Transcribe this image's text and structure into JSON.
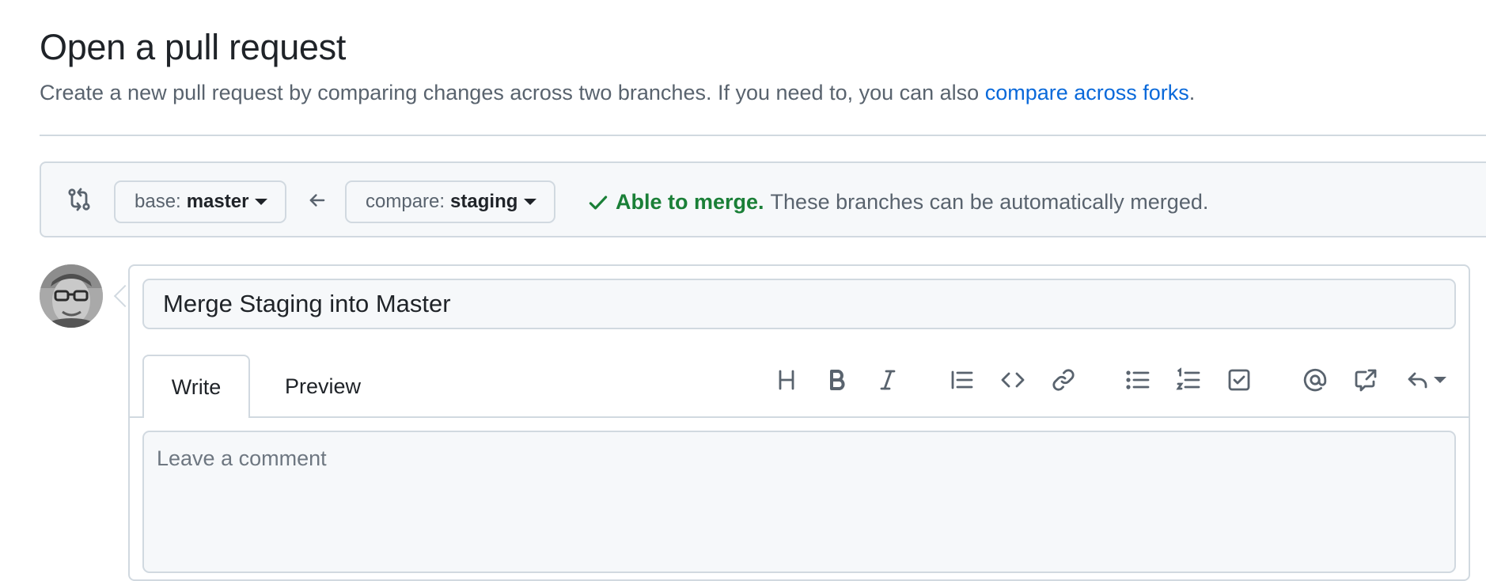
{
  "header": {
    "title": "Open a pull request",
    "subtitle_prefix": "Create a new pull request by comparing changes across two branches. If you need to, you can also ",
    "subtitle_link": "compare across forks",
    "subtitle_suffix": "."
  },
  "range": {
    "base_prefix": "base:",
    "base_branch": "master",
    "compare_prefix": "compare:",
    "compare_branch": "staging",
    "merge_ok": "Able to merge.",
    "merge_text": "These branches can be automatically merged."
  },
  "composer": {
    "title_value": "Merge Staging into Master",
    "tabs": [
      {
        "label": "Write",
        "selected": true
      },
      {
        "label": "Preview",
        "selected": false
      }
    ],
    "comment_placeholder": "Leave a comment",
    "toolbar_icons": [
      "heading-icon",
      "bold-icon",
      "italic-icon",
      "quote-icon",
      "code-icon",
      "link-icon",
      "unordered-list-icon",
      "ordered-list-icon",
      "task-list-icon",
      "mention-icon",
      "cross-reference-icon",
      "saved-replies-icon"
    ]
  },
  "colors": {
    "link": "#0969da",
    "success": "#1a7f37",
    "border": "#d1d9e0",
    "muted_text": "#59636e"
  }
}
